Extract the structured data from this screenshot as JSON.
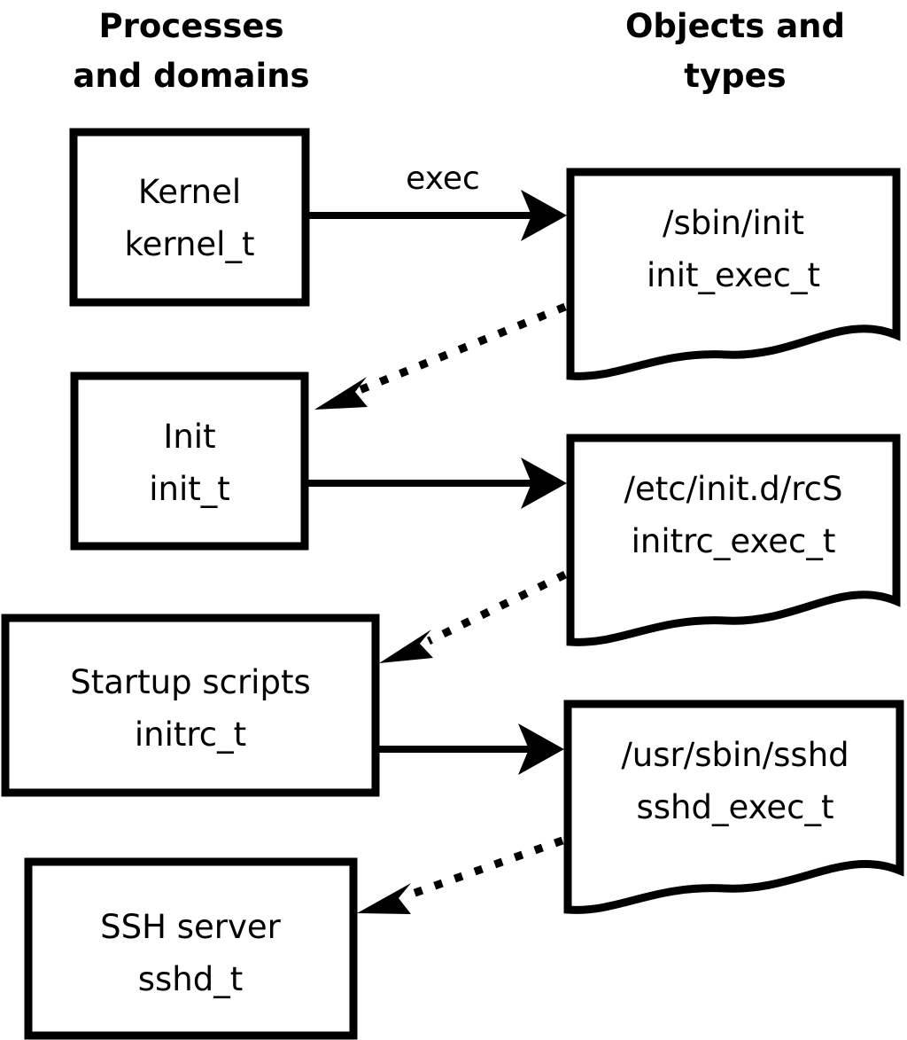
{
  "diagram": {
    "title_columns": {
      "left": {
        "line1": "Processes",
        "line2": "and domains"
      },
      "right": {
        "line1": "Objects and",
        "line2": "types"
      }
    },
    "process_nodes": [
      {
        "id": "kernel",
        "line1": "Kernel",
        "line2": "kernel_t"
      },
      {
        "id": "init",
        "line1": "Init",
        "line2": "init_t"
      },
      {
        "id": "initrc",
        "line1": "Startup scripts",
        "line2": "initrc_t"
      },
      {
        "id": "sshd",
        "line1": "SSH server",
        "line2": "sshd_t"
      }
    ],
    "object_nodes": [
      {
        "id": "init_exec",
        "line1": "/sbin/init",
        "line2": "init_exec_t"
      },
      {
        "id": "initrc_exec",
        "line1": "/etc/init.d/rcS",
        "line2": "initrc_exec_t"
      },
      {
        "id": "sshd_exec",
        "line1": "/usr/sbin/sshd",
        "line2": "sshd_exec_t"
      }
    ],
    "edges": [
      {
        "id": "kernel-to-init_exec",
        "from": "kernel",
        "to": "init_exec",
        "style": "solid",
        "label": "exec"
      },
      {
        "id": "init_exec-to-init",
        "from": "init_exec",
        "to": "init",
        "style": "dotted",
        "label": ""
      },
      {
        "id": "init-to-initrc_exec",
        "from": "init",
        "to": "initrc_exec",
        "style": "solid",
        "label": ""
      },
      {
        "id": "initrc_exec-to-initrc",
        "from": "initrc_exec",
        "to": "initrc",
        "style": "dotted",
        "label": ""
      },
      {
        "id": "initrc-to-sshd_exec",
        "from": "initrc",
        "to": "sshd_exec",
        "style": "solid",
        "label": ""
      },
      {
        "id": "sshd_exec-to-sshd",
        "from": "sshd_exec",
        "to": "sshd",
        "style": "dotted",
        "label": ""
      }
    ],
    "colors": {
      "background": "#ffffff",
      "stroke": "#000000",
      "fill": "#ffffff"
    }
  }
}
